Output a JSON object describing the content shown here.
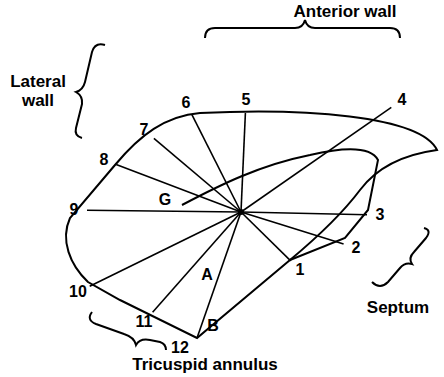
{
  "diagram": {
    "labels": [
      "Anterior wall",
      "Lateral wall",
      "Septum",
      "Tricuspid annulus",
      "1",
      "2",
      "3",
      "4",
      "5",
      "6",
      "7",
      "8",
      "9",
      "10",
      "11",
      "12",
      "G",
      "A",
      "B"
    ]
  }
}
